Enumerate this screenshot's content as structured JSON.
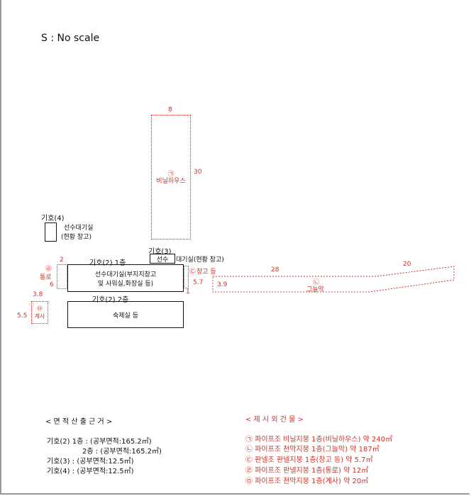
{
  "scale_note": "S : No scale",
  "structures": {
    "greenhouse": {
      "symbol": "㉠",
      "name": "비닐하우스",
      "dim_top": "8",
      "dim_side": "30"
    },
    "dh4": {
      "title": "기호(4)",
      "note_line1": "선수대기실",
      "note_line2": "(현황 창고)"
    },
    "dh3": {
      "title": "기호(3)",
      "label": "선수",
      "note": "대기실(현황 창고)"
    },
    "dh2_floor1": {
      "title": "기호(2) 1층",
      "line1": "선수대기실(부지지창고",
      "line2": "및 사워실,화장실 등)"
    },
    "dh2_floor2": {
      "title": "기호(2) 2층",
      "label": "숙제실 등"
    },
    "east_storage": {
      "symbol": "㉢",
      "name": "창고 등",
      "dim_side": "5.7",
      "dim_bottom": "1"
    },
    "west_shed": {
      "symbol": "㉣",
      "name": "통로",
      "dim_top": "2",
      "dim_side": "6"
    },
    "kiosk": {
      "symbol": "㉤",
      "name": "계사",
      "dim_top": "3.8",
      "dim_side": "5.5"
    },
    "shade": {
      "symbol": "㉡",
      "name": "그늘막",
      "dim_top_a": "28",
      "dim_top_b": "20",
      "dim_side": "3.9"
    }
  },
  "area_basis": {
    "title": "< 면 적 산 출 근 거 >",
    "rows": [
      {
        "label": "기호(2) 1층 :",
        "value": "(공부면적:165.2㎡)"
      },
      {
        "label": "2층 :",
        "value": "(공부면적:165.2㎡)"
      },
      {
        "label": "기호(3) :",
        "value": "(공부면적:12.5㎡)"
      },
      {
        "label": "기호(4) :",
        "value": "(공부면적:12.5㎡)"
      }
    ]
  },
  "excluded": {
    "title": "< 제 시 외 건 물 >",
    "items": [
      "㉠ 파이프조 비닐지붕 1층(비닐하우스) 약 240㎡",
      "㉡ 파이프조 천막지붕 1층(그늘막) 약 187㎡",
      "㉢ 판넬조 판넬지붕 1층(창고 등) 약 5.7㎡",
      "㉣ 파이프조 판넬지붕 1층(통로) 약 12㎡",
      "㉤ 파이프조 천막지붕 1층(계사) 약 20㎡"
    ]
  },
  "colors": {
    "existing": "#111111",
    "excluded": "#c8342a",
    "frame": "#9a9a9a"
  }
}
